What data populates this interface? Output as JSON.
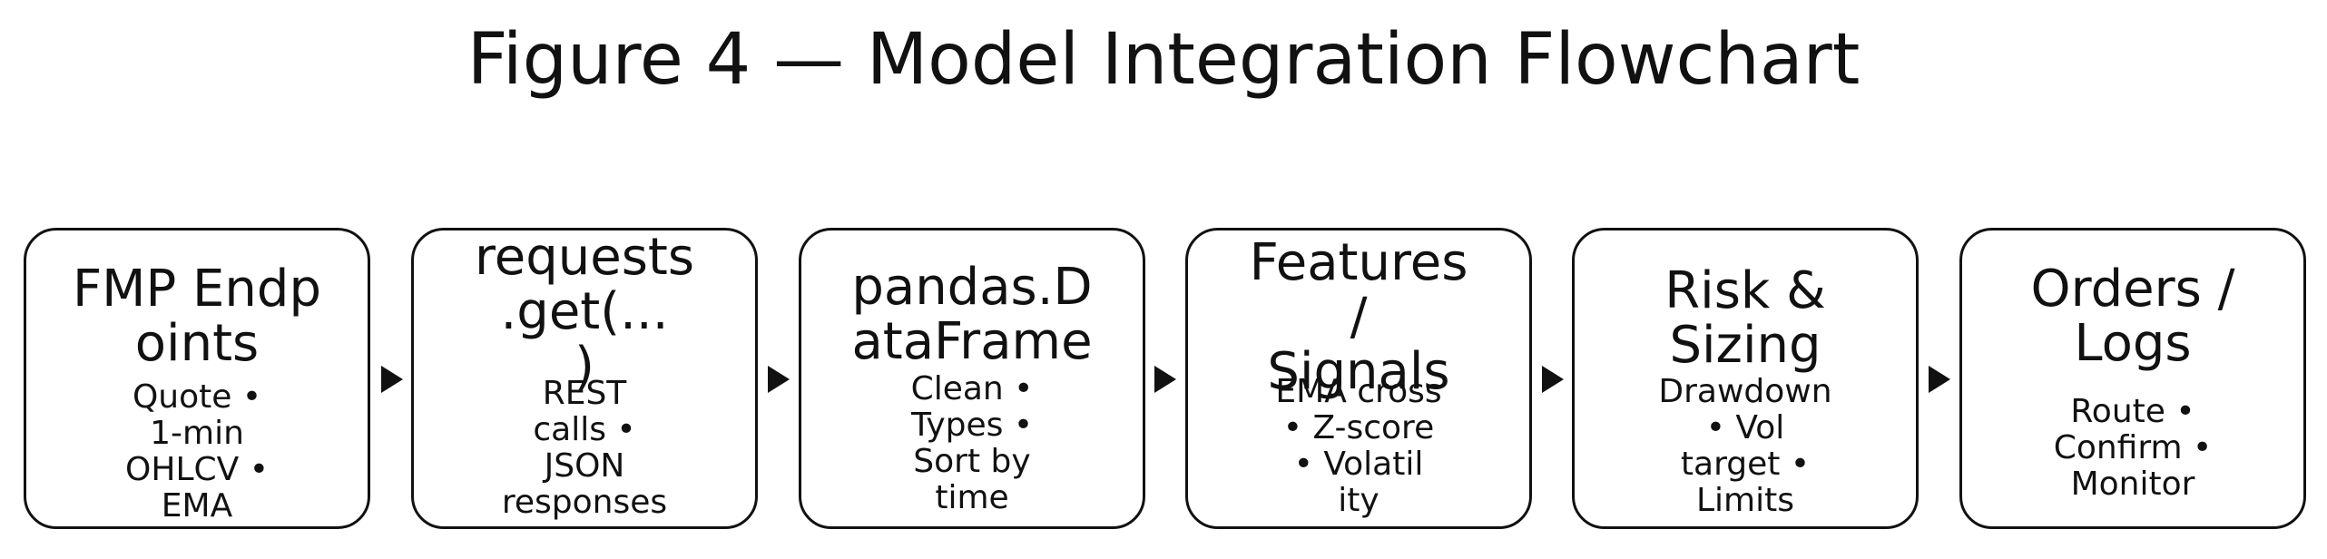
{
  "title": "Figure 4 — Model Integration Flowchart",
  "nodes": [
    {
      "title": "FMP Endp\noints",
      "desc": "Quote •\n1-min\nOHLCV •\nEMA"
    },
    {
      "title": "requests\n.get(...\n)",
      "desc": "REST\ncalls •\nJSON\nresponses"
    },
    {
      "title": "pandas.D\nataFrame",
      "desc": "Clean •\nTypes •\nSort by\ntime"
    },
    {
      "title": "Features\n/\nSignals",
      "desc": "EMA cross\n• Z-score\n• Volatil\nity"
    },
    {
      "title": "Risk &\nSizing",
      "desc": "Drawdown\n• Vol\ntarget •\nLimits"
    },
    {
      "title": "Orders /\nLogs",
      "desc": "Route •\nConfirm •\nMonitor"
    }
  ],
  "arrow_color": "#111111",
  "border_color": "#111111"
}
